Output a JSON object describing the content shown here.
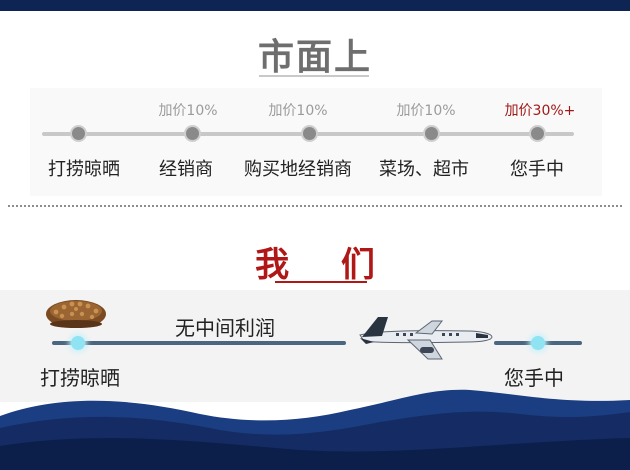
{
  "market": {
    "title": "市面上",
    "stages": [
      {
        "label": "打捞晾晒",
        "markup": ""
      },
      {
        "label": "经销商",
        "markup": "加价10%"
      },
      {
        "label": "购买地经销商",
        "markup": "加价10%"
      },
      {
        "label": "菜场、超市",
        "markup": "加价10%"
      },
      {
        "label": "您手中",
        "markup": "加价30%+"
      }
    ]
  },
  "us": {
    "title": "我 们",
    "start_label": "打捞晾晒",
    "end_label": "您手中",
    "middle_label": "无中间利润"
  },
  "colors": {
    "navy": "#0e2452",
    "accent_red": "#b01717",
    "gray_text": "#6e6e6e",
    "node_cyan": "#8fe3f2"
  },
  "icons": {
    "product": "dried-seafood-image",
    "transport": "airplane-image"
  }
}
